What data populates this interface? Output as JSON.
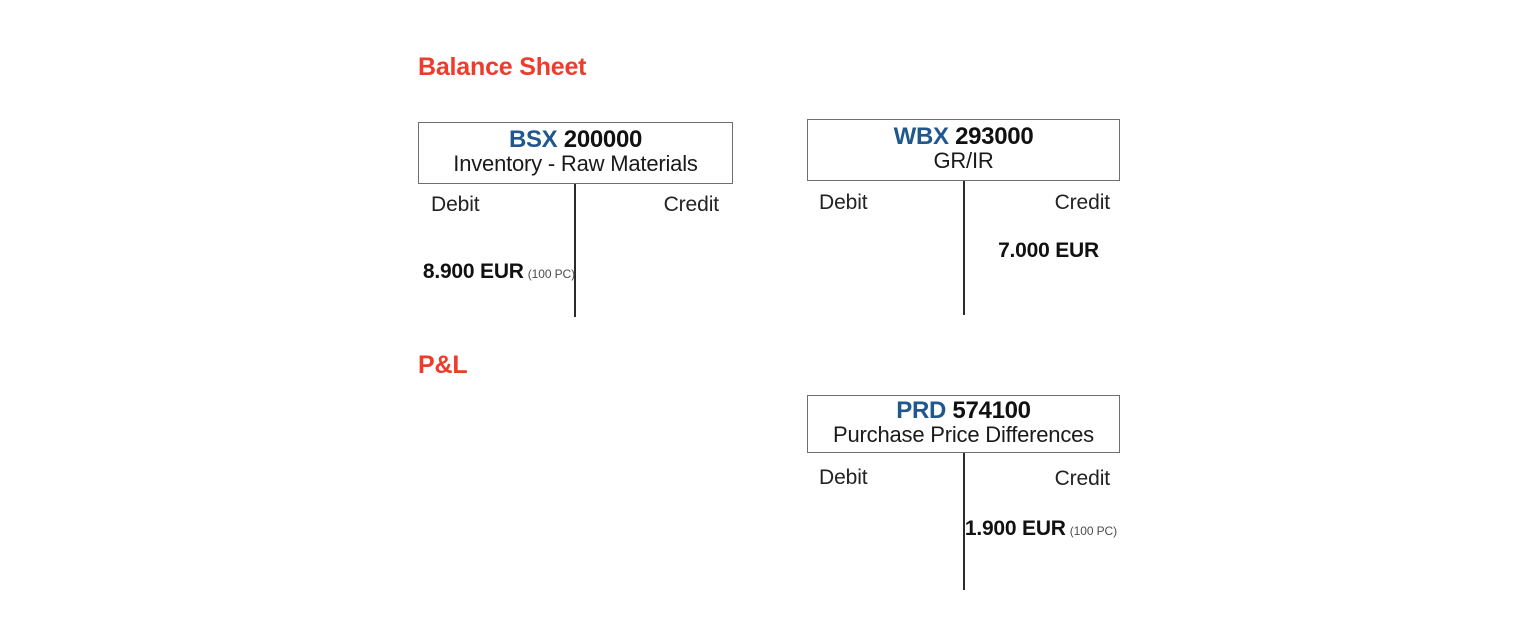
{
  "page": {
    "background_color": "#ffffff",
    "heading_color": "#ee3b2b",
    "account_prefix_color": "#21578f",
    "amount_color": "#111111"
  },
  "sections": {
    "balance_sheet": {
      "title": "Balance Sheet"
    },
    "profit_and_loss": {
      "title": "P&L"
    }
  },
  "accounts": [
    {
      "key": "bsx",
      "prefix": "BSX",
      "number": "200000",
      "name": "Inventory - Raw Materials",
      "debit_label": "Debit",
      "credit_label": "Credit",
      "debit_amount": "8.900 EUR",
      "debit_quantity": "(100 PC)",
      "credit_amount": "",
      "credit_quantity": ""
    },
    {
      "key": "wbx",
      "prefix": "WBX",
      "number": "293000",
      "name": "GR/IR",
      "debit_label": "Debit",
      "credit_label": "Credit",
      "debit_amount": "",
      "debit_quantity": "",
      "credit_amount": "7.000 EUR",
      "credit_quantity": ""
    },
    {
      "key": "prd",
      "prefix": "PRD",
      "number": "574100",
      "name": "Purchase Price Differences",
      "debit_label": "Debit",
      "credit_label": "Credit",
      "debit_amount": "",
      "debit_quantity": "",
      "credit_amount": "1.900 EUR",
      "credit_quantity": "(100 PC)"
    }
  ]
}
